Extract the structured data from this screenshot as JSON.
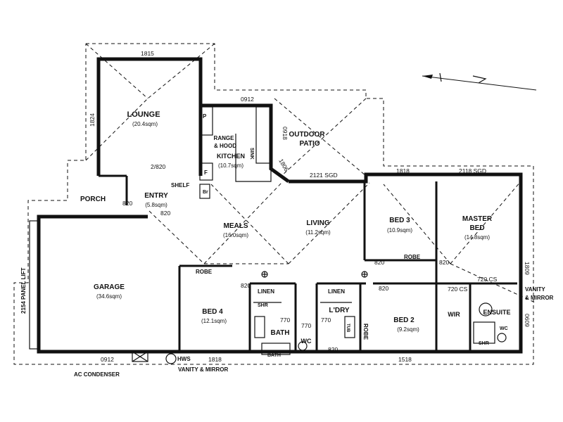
{
  "rooms": {
    "lounge": {
      "name": "LOUNGE",
      "area": "(20.4sqm)"
    },
    "kitchen": {
      "name": "KITCHEN",
      "area": "(10.7sqm)"
    },
    "outdoor_patio": {
      "line1": "OUTDOOR",
      "line2": "PATIO"
    },
    "entry": {
      "name": "ENTRY",
      "area": "(5.8sqm)"
    },
    "porch": {
      "name": "PORCH"
    },
    "meals": {
      "name": "MEALS",
      "area": "(16.0sqm)"
    },
    "living": {
      "name": "LIVING",
      "area": "(11.2sqm)"
    },
    "bed3": {
      "name": "BED 3",
      "area": "(10.9sqm)"
    },
    "master_bed": {
      "line1": "MASTER",
      "line2": "BED",
      "area": "(14.8sqm)"
    },
    "garage": {
      "name": "GARAGE",
      "area": "(34.6sqm)"
    },
    "bed4": {
      "name": "BED 4",
      "area": "(12.1sqm)"
    },
    "bath": {
      "name": "BATH"
    },
    "wc": {
      "name": "WC"
    },
    "ldry": {
      "name": "L'DRY"
    },
    "bed2": {
      "name": "BED 2",
      "area": "(9.2sqm)"
    },
    "wir": {
      "name": "WIR"
    },
    "ensuite": {
      "name": "ENSUITE"
    }
  },
  "fixtures": {
    "range_hood": {
      "line1": "RANGE",
      "line2": "& HOOD"
    },
    "sink": "SINK",
    "shelf": "SHELF",
    "robe_bed4": "ROBE",
    "robe_bed3": "ROBE",
    "robe_bed2": "ROBE",
    "linen_1": "LINEN",
    "linen_2": "LINEN",
    "shr_bath": "SHR",
    "bath_tub": "BATH",
    "tub": "TUB",
    "shr_ensuite": "SHR",
    "wc_ensuite": "WC",
    "vanity_ensuite": {
      "line1": "VANITY",
      "line2": "& MIRROR"
    },
    "vanity_bath": "VANITY & MIRROR",
    "hws": "HWS",
    "ac_condenser": "AC CONDENSER",
    "panel_lift": "2154 PANEL LIFT",
    "pantry": "P",
    "fridge": "F",
    "br": "Br"
  },
  "dimensions": {
    "d1815": "1815",
    "d1824": "1824",
    "d0912_top": "0912",
    "d0918": "0918",
    "d1806": "1806",
    "d2_820": "2/820",
    "d2121_sgd": "2121 SGD",
    "d1818_top": "1818",
    "d2118_sgd": "2118 SGD",
    "d820_entry": "820",
    "d820_porch": "820",
    "d820_bed4": "820",
    "d820_bed3": "820",
    "d820_master": "820",
    "d820_bed2": "820",
    "d820_wc": "820",
    "d770_a": "770",
    "d770_b": "770",
    "d770_c": "770",
    "d720_cs_a": "720 CS",
    "d720_cs_b": "720 CS",
    "d1809": "1809",
    "d0609": "0609",
    "d0912_bottom": "0912",
    "d1818_bottom": "1818",
    "d1518": "1518"
  }
}
